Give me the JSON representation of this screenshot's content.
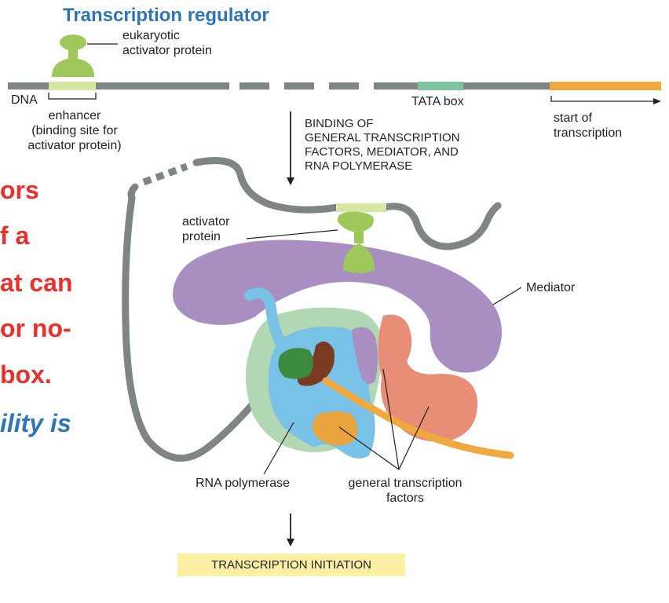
{
  "title": "Transcription regulator",
  "overlay_text": {
    "red_lines": [
      "ors",
      "f a",
      "at can",
      "or no-",
      "box."
    ],
    "blue_line": "ility is"
  },
  "labels": {
    "activator_protein_top": "eukaryotic\nactivator protein",
    "dna": "DNA",
    "enhancer": "enhancer\n(binding site for\nactivator protein)",
    "tata_box": "TATA box",
    "start_of_transcription": "start of\ntranscription",
    "binding_step": "BINDING OF\nGENERAL TRANSCRIPTION\nFACTORS, MEDIATOR, AND\nRNA POLYMERASE",
    "activator_protein_complex": "activator\nprotein",
    "mediator": "Mediator",
    "rna_polymerase": "RNA polymerase",
    "general_transcription_factors": "general transcription\nfactors",
    "transcription_initiation": "TRANSCRIPTION INITIATION"
  },
  "colors": {
    "dna": "#7f8584",
    "enhancer": "#d7e6a2",
    "tata_box": "#7fc3a2",
    "start_region": "#f0a93e",
    "activator": "#9ec95a",
    "mediator": "#a98ec2",
    "rna_polymerase": "#b2d8b3",
    "gtf_blue": "#78c2e8",
    "gtf_orange": "#eaa43d",
    "gtf_salmon": "#e88e77",
    "dark_green": "#3c8a3e",
    "brown": "#7a3a22",
    "title_blue": "#2e75b6",
    "overlay_red": "#e8312c",
    "initiation_box": "#fbf0a4"
  }
}
